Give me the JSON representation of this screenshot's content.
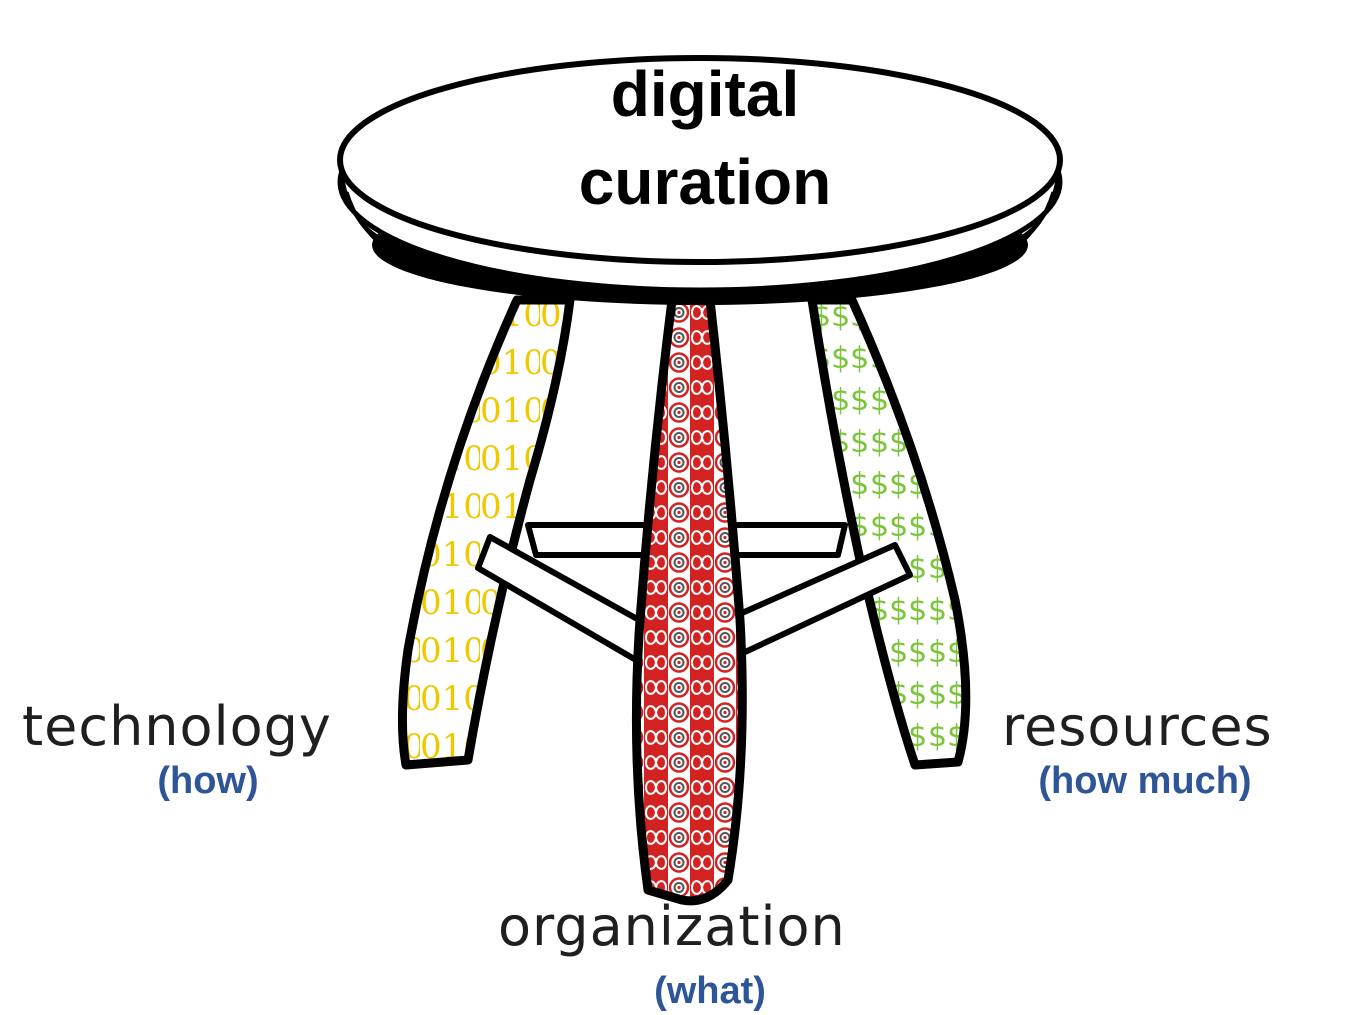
{
  "seat": {
    "title_line1": "digital",
    "title_line2": "curation"
  },
  "legs": {
    "technology": {
      "label": "technology",
      "sublabel": "(how)",
      "pattern": "binary-010",
      "pattern_color": "#f0c800"
    },
    "organization": {
      "label": "organization",
      "sublabel": "(what)",
      "pattern": "infinity-loops",
      "pattern_color": "#d22222"
    },
    "resources": {
      "label": "resources",
      "sublabel": "(how much)",
      "pattern": "dollar-signs",
      "pattern_color": "#7cc43c"
    }
  },
  "colors": {
    "sublabel": "#2e5597",
    "outline": "#000000"
  }
}
